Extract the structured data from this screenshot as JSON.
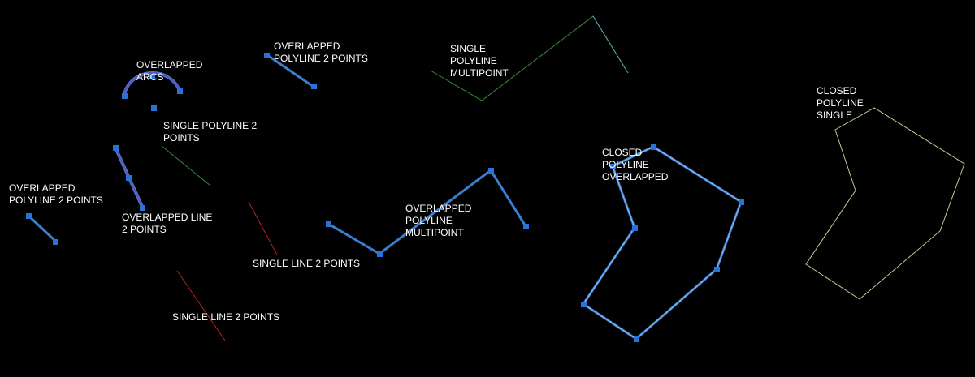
{
  "canvas": {
    "background": "#000000"
  },
  "colors": {
    "selection": "#3a7fd0",
    "selection_highlight": "#aac8f0",
    "grip": "#2b72d6",
    "arc_inner": "#7a3fb8",
    "line_inner": "#8040a8",
    "green": "#3c8a3c",
    "red": "#a82a22",
    "yellow": "#c8c890",
    "label": "#ffffff"
  },
  "labels": {
    "overlapped_arcs": [
      "OVERLAPPED",
      "ARCS"
    ],
    "overlapped_polyline_2_top": [
      "OVERLAPPED",
      "POLYLINE 2 POINTS"
    ],
    "single_polyline_multipoint": [
      "SINGLE",
      "POLYLINE",
      "MULTIPOINT"
    ],
    "closed_polyline_single": [
      "CLOSED",
      "POLYLINE",
      "SINGLE"
    ],
    "single_polyline_2": [
      "SINGLE POLYLINE 2",
      "POINTS"
    ],
    "closed_polyline_overlapped": [
      "CLOSED",
      "POLYLINE",
      "OVERLAPPED"
    ],
    "overlapped_polyline_2_left": [
      "OVERLAPPED",
      "POLYLINE 2 POINTS"
    ],
    "overlapped_line_2": [
      "OVERLAPPED LINE",
      "2 POINTS"
    ],
    "overlapped_polyline_multipoint": [
      "OVERLAPPED",
      "POLYLINE",
      "MULTIPOINT"
    ],
    "single_line_2_middle": [
      "SINGLE LINE 2 POINTS"
    ],
    "single_line_2_bottom": [
      "SINGLE LINE 2 POINTS"
    ]
  }
}
